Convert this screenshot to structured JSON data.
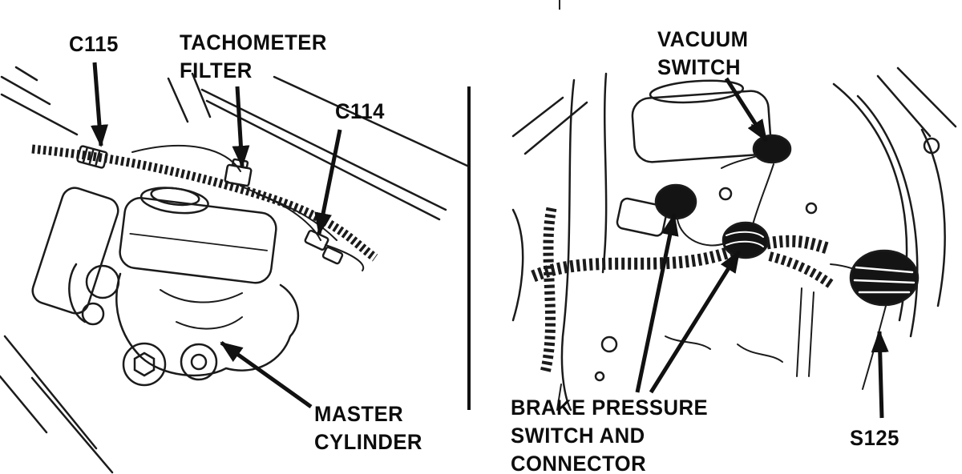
{
  "figure": {
    "type": "technical-diagram",
    "panels": [
      {
        "id": "left",
        "subject": "master cylinder / tachometer filter area",
        "callouts": [
          {
            "id": "c115",
            "text": "C115"
          },
          {
            "id": "tachometer-filter",
            "text": "TACHOMETER\nFILTER"
          },
          {
            "id": "c114",
            "text": "C114"
          },
          {
            "id": "master-cylinder",
            "text": "MASTER\nCYLINDER"
          }
        ]
      },
      {
        "id": "right",
        "subject": "vacuum switch / brake pressure switch area",
        "callouts": [
          {
            "id": "vacuum-switch",
            "text": "VACUUM\nSWITCH"
          },
          {
            "id": "brake-pressure-switch",
            "text": "BRAKE PRESSURE\nSWITCH AND\nCONNECTOR"
          },
          {
            "id": "s125",
            "text": "S125"
          }
        ]
      }
    ],
    "colors": {
      "ink": "#141414",
      "background": "#ffffff"
    }
  }
}
